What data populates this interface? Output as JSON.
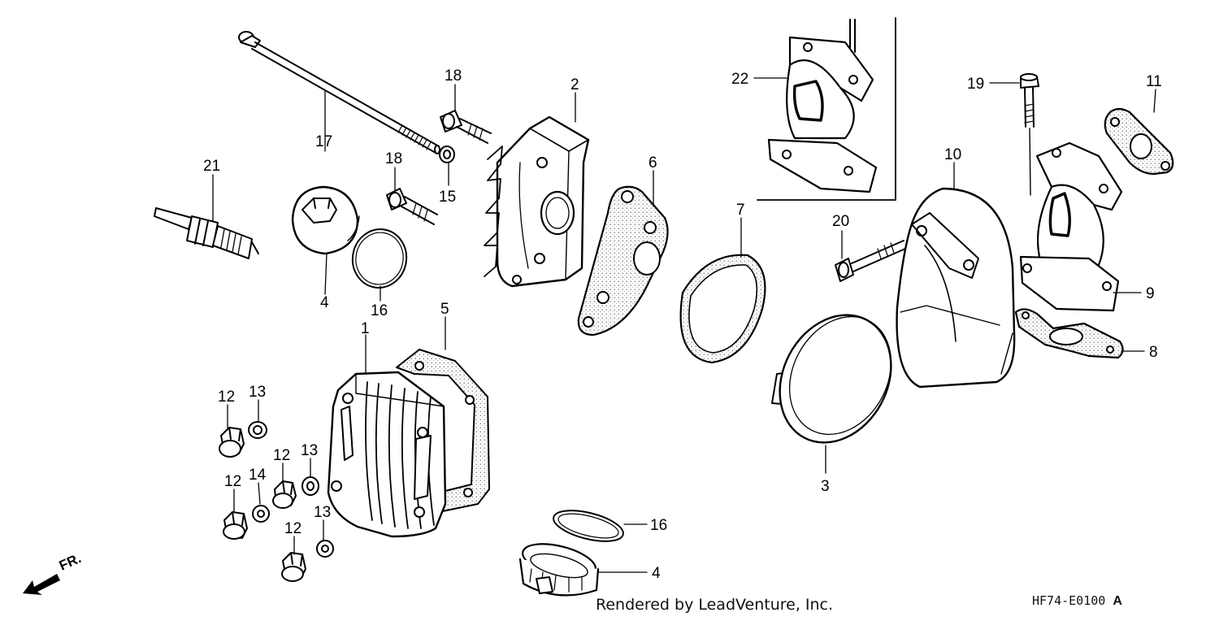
{
  "diagram": {
    "callouts": {
      "c1": "1",
      "c2": "2",
      "c3": "3",
      "c4a": "4",
      "c4b": "4",
      "c5": "5",
      "c6": "6",
      "c7": "7",
      "c8": "8",
      "c9": "9",
      "c10": "10",
      "c11": "11",
      "c12a": "12",
      "c12b": "12",
      "c12c": "12",
      "c12d": "12",
      "c13a": "13",
      "c13b": "13",
      "c13c": "13",
      "c14": "14",
      "c15": "15",
      "c16a": "16",
      "c16b": "16",
      "c17": "17",
      "c18a": "18",
      "c18b": "18",
      "c19": "19",
      "c20": "20",
      "c21": "21",
      "c22": "22"
    },
    "front_marker": "FR.",
    "credit": "Rendered by LeadVenture, Inc.",
    "diagram_code": "HF74-E0100",
    "diagram_code_suffix": "A"
  }
}
